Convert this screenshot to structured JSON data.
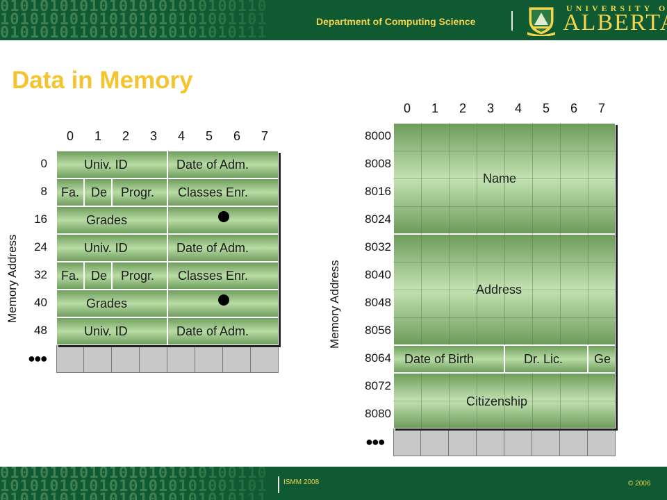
{
  "header": {
    "department": "Department of Computing Science",
    "university_small": "UNIVERSITY OF",
    "university_big": "ALBERTA"
  },
  "footer": {
    "conference": "ISMM 2008",
    "copyright": "© 2006"
  },
  "title": "Data in Memory",
  "left": {
    "columns": [
      "0",
      "1",
      "2",
      "3",
      "4",
      "5",
      "6",
      "7"
    ],
    "rows": [
      "0",
      "8",
      "16",
      "24",
      "32",
      "40",
      "48"
    ],
    "axis_label": "Memory Address",
    "ellipsis": "●●●",
    "fields": {
      "univ_id": "Univ. ID",
      "date_adm": "Date of Adm.",
      "fa": "Fa.",
      "de": "De",
      "progr": "Progr.",
      "classes": "Classes Enr.",
      "grades": "Grades"
    }
  },
  "right": {
    "columns": [
      "0",
      "1",
      "2",
      "3",
      "4",
      "5",
      "6",
      "7"
    ],
    "rows": [
      "8000",
      "8008",
      "8016",
      "8024",
      "8032",
      "8040",
      "8048",
      "8056",
      "8064",
      "8072",
      "8080"
    ],
    "axis_label": "Memory Address",
    "ellipsis": "●●●",
    "fields": {
      "name": "Name",
      "address": "Address",
      "dob": "Date of Birth",
      "license": "Dr. Lic.",
      "ge": "Ge",
      "citizenship": "Citizenship"
    }
  }
}
